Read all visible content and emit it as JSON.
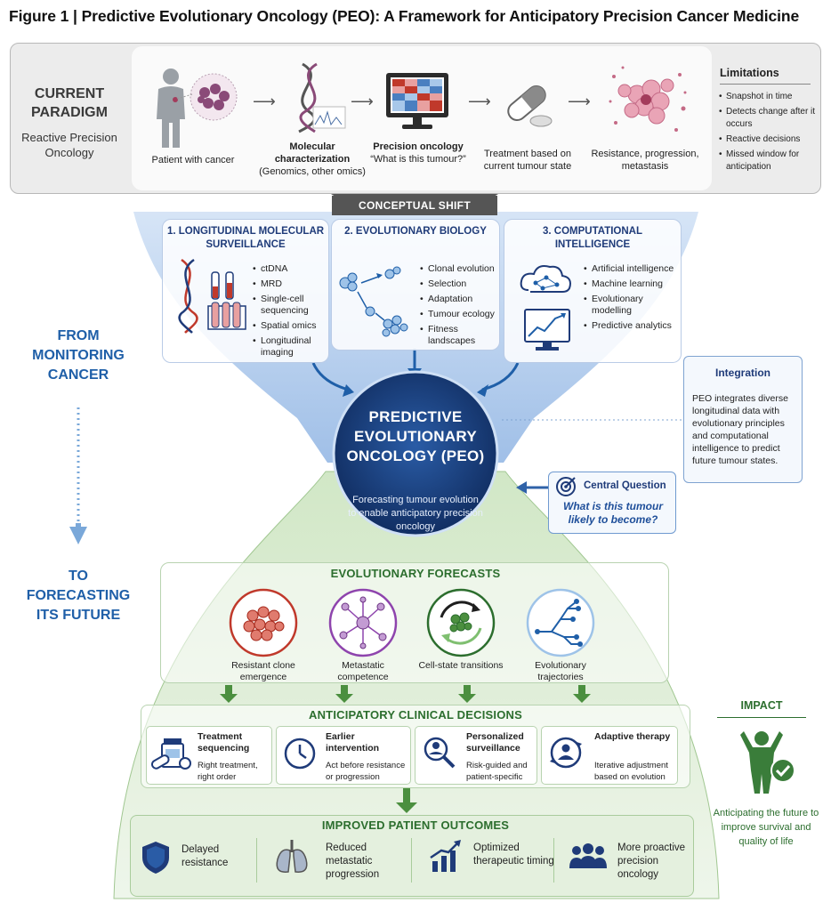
{
  "figure_title": "Figure 1 | Predictive Evolutionary Oncology (PEO): A Framework for Anticipatory Precision Cancer Medicine",
  "current_paradigm": {
    "title": "CURRENT PARADIGM",
    "subtitle": "Reactive Precision Oncology",
    "steps": [
      {
        "label": "Patient with cancer"
      },
      {
        "title": "Molecular characterization",
        "label": "(Genomics, other omics)"
      },
      {
        "title": "Precision oncology",
        "label": "“What is this tumour?”"
      },
      {
        "label": "Treatment based on current tumour state"
      },
      {
        "label": "Resistance, progression, metastasis"
      }
    ],
    "limitations_title": "Limitations",
    "limitations": [
      "Snapshot in time",
      "Detects change after it occurs",
      "Reactive decisions",
      "Missed window for anticipation"
    ]
  },
  "conceptual_shift": "CONCEPTUAL SHIFT",
  "pillars": [
    {
      "title": "1. LONGITUDINAL MOLECULAR SURVEILLANCE",
      "items": [
        "ctDNA",
        "MRD",
        "Single-cell sequencing",
        "Spatial omics",
        "Longitudinal imaging"
      ]
    },
    {
      "title": "2. EVOLUTIONARY BIOLOGY",
      "items": [
        "Clonal evolution",
        "Selection",
        "Adaptation",
        "Tumour ecology",
        "Fitness landscapes"
      ]
    },
    {
      "title": "3. COMPUTATIONAL INTELLIGENCE",
      "items": [
        "Artificial intelligence",
        "Machine learning",
        "Evolutionary modelling",
        "Predictive analytics"
      ]
    }
  ],
  "from_text": "FROM MONITORING CANCER",
  "to_text": "TO FORECASTING ITS FUTURE",
  "peo": {
    "title": "PREDICTIVE EVOLUTIONARY ONCOLOGY (PEO)",
    "subtitle": "Forecasting tumour evolution to enable anticipatory precision oncology"
  },
  "integration": {
    "title": "Integration",
    "text": "PEO integrates diverse longitudinal data with evolutionary principles and computational intelligence to predict future tumour states."
  },
  "central_question": {
    "title": "Central Question",
    "question": "What is this tumour likely to become?"
  },
  "forecasts": {
    "title": "EVOLUTIONARY FORECASTS",
    "items": [
      "Resistant clone emergence",
      "Metastatic competence",
      "Cell-state transitions",
      "Evolutionary trajectories"
    ]
  },
  "decisions": {
    "title": "ANTICIPATORY CLINICAL DECISIONS",
    "items": [
      {
        "title": "Treatment sequencing",
        "text": "Right treatment, right order"
      },
      {
        "title": "Earlier intervention",
        "text": "Act before resistance or progression"
      },
      {
        "title": "Personalized surveillance",
        "text": "Risk-guided and patient-specific"
      },
      {
        "title": "Adaptive therapy",
        "text": "Iterative adjustment based on evolution"
      }
    ]
  },
  "outcomes": {
    "title": "IMPROVED PATIENT OUTCOMES",
    "items": [
      "Delayed resistance",
      "Reduced metastatic progression",
      "Optimized therapeutic timing",
      "More proactive precision oncology"
    ]
  },
  "impact": {
    "title": "IMPACT",
    "text": "Anticipating the future to improve survival and quality of life"
  },
  "colors": {
    "blue_dark": "#1f3b79",
    "blue_accent": "#1f5fa8",
    "green_dark": "#2c6e2e",
    "green_light": "#eef6ea",
    "gray_bg": "#ececec"
  }
}
